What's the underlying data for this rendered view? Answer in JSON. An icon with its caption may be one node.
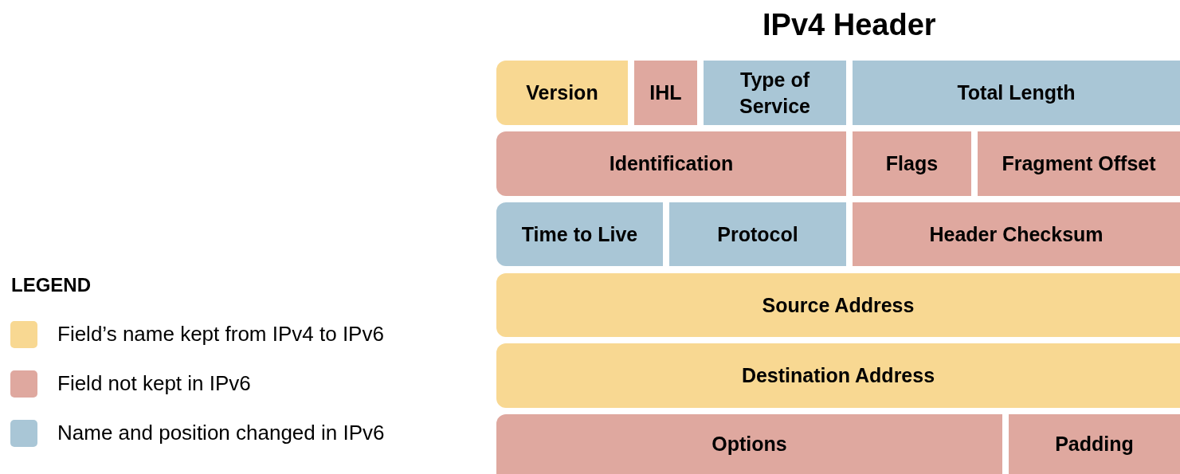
{
  "diagram": {
    "title": "IPv4 Header",
    "nodes": [
      {
        "text": [
          "Version"
        ]
      },
      {
        "text": [
          "IHL"
        ]
      },
      {
        "text": [
          "Type of Service"
        ]
      },
      {
        "text": [
          "Total Length"
        ]
      },
      {
        "text": [
          "Identification"
        ]
      },
      {
        "text": [
          "Flags"
        ]
      },
      {
        "text": [
          "Fragment Offset"
        ]
      },
      {
        "text": [
          "Time to Live"
        ]
      },
      {
        "text": [
          "Protocol"
        ]
      },
      {
        "text": [
          "Header Checksum"
        ]
      },
      {
        "text": [
          "Source Address"
        ]
      },
      {
        "text": [
          "Destination Address"
        ]
      },
      {
        "text": [
          "Options"
        ]
      },
      {
        "text": [
          "Padding"
        ]
      }
    ],
    "labels": [
      "LEGEND"
    ],
    "legend": [
      {
        "text": "Field’s name kept from IPv4 to IPv6",
        "color": "#f8d892"
      },
      {
        "text": "Field not kept in IPv6",
        "color": "#dfa89f"
      },
      {
        "text": "Name and position changed in IPv6",
        "color": "#a9c6d6"
      }
    ]
  }
}
